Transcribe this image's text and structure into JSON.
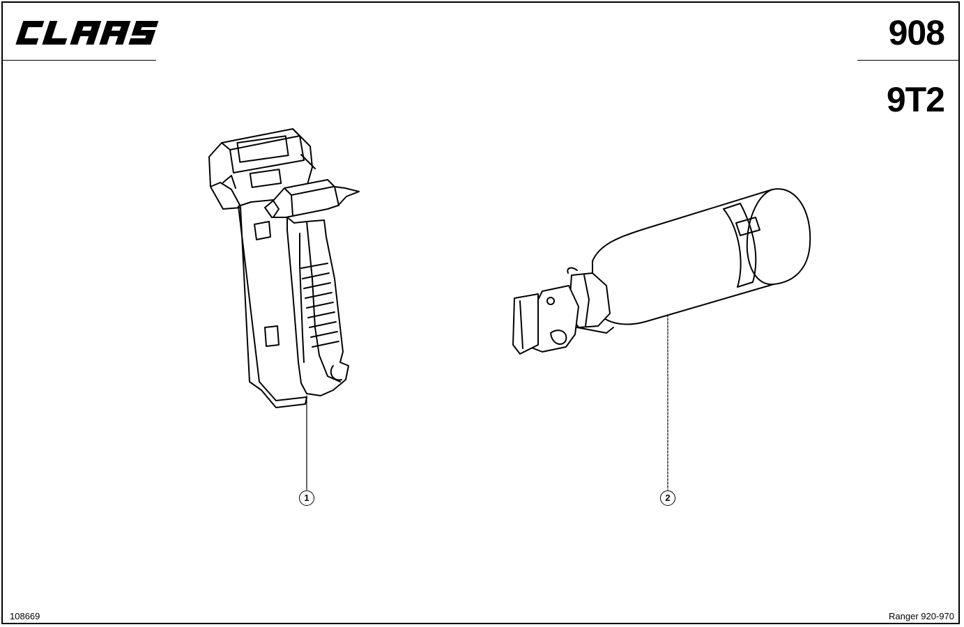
{
  "brand": {
    "name": "CLAAS",
    "icon": "claas-logo"
  },
  "header": {
    "page_code": "908",
    "group_code": "9T2"
  },
  "parts": [
    {
      "number": "1",
      "icon": "emergency-hammer-icon"
    },
    {
      "number": "2",
      "icon": "fire-extinguisher-icon"
    }
  ],
  "footer": {
    "drawing_number": "108669",
    "model": "Ranger 920-970"
  }
}
